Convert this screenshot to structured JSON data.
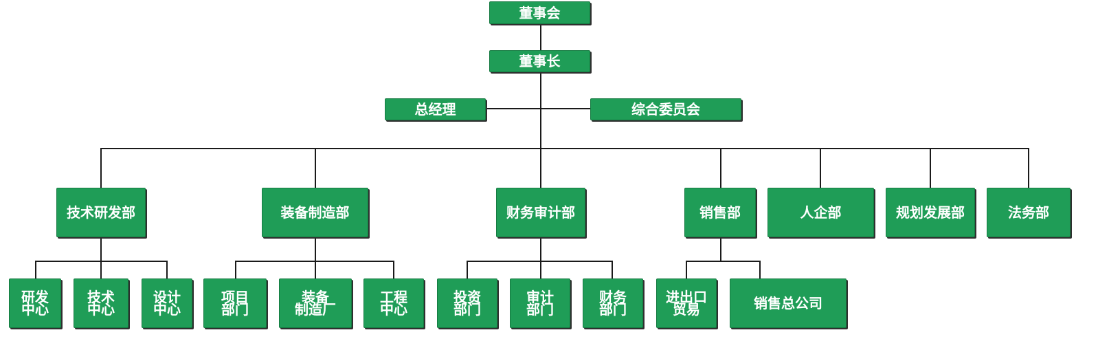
{
  "colors": {
    "node_fill": "#1f9d57",
    "node_border": "#157a41",
    "connector": "#1a1a1a",
    "text": "#ffffff"
  },
  "nodes": {
    "board": "董事会",
    "chairman": "董事长",
    "general_manager": "总经理",
    "general_committee": "综合委员会",
    "departments": {
      "tech_rd": "技术研发部",
      "equipment_mfg": "装备制造部",
      "finance_audit": "财务审计部",
      "sales": "销售部",
      "hr": "人企部",
      "planning": "规划发展部",
      "legal": "法务部"
    },
    "sub_units": {
      "rd_center": "研发\n中心",
      "tech_center": "技术\n中心",
      "design_center": "设计\n中心",
      "project_dept": "项目\n部门",
      "equipment_factory": "装备\n制造厂",
      "engineering_center": "工程\n中心",
      "investment_dept": "投资\n部门",
      "audit_dept": "审计\n部门",
      "finance_dept": "财务\n部门",
      "import_export": "进出口\n贸易",
      "sales_company": "销售总公司"
    }
  }
}
